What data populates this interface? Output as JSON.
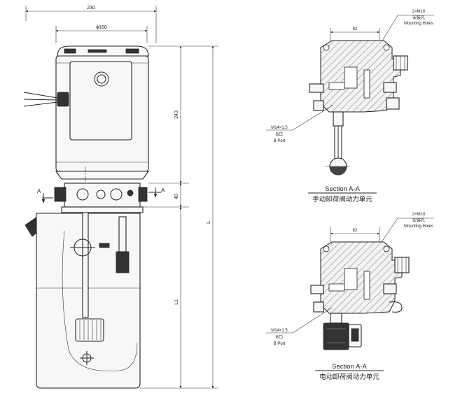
{
  "left_view": {
    "dim_width_overall": "230",
    "dim_motor_diameter": "ϕ160",
    "dim_motor_height": "243",
    "dim_manifold_height": "40",
    "dim_total_length": "L",
    "dim_tank_length": "L1",
    "section_mark_left": "A",
    "section_mark_right": "A"
  },
  "top_section": {
    "dim_hole_spacing": "82",
    "mounting_holes_qty": "2×M10",
    "mounting_holes_cn": "安装孔",
    "mounting_holes_en": "Mounting Holes",
    "port_thread": "M14×1.5",
    "port_cn": "B口",
    "port_en": "B Port",
    "title": "Section A-A",
    "subtitle": "手动卸荷阀动力单元"
  },
  "bottom_section": {
    "dim_hole_spacing": "82",
    "mounting_holes_qty": "2×M10",
    "mounting_holes_cn": "安装孔",
    "mounting_holes_en": "Mounting Holes",
    "port_thread": "M14×1.5",
    "port_cn": "B口",
    "port_en": "B Port",
    "title": "Section A-A",
    "subtitle": "电动卸荷阀动力单元"
  }
}
